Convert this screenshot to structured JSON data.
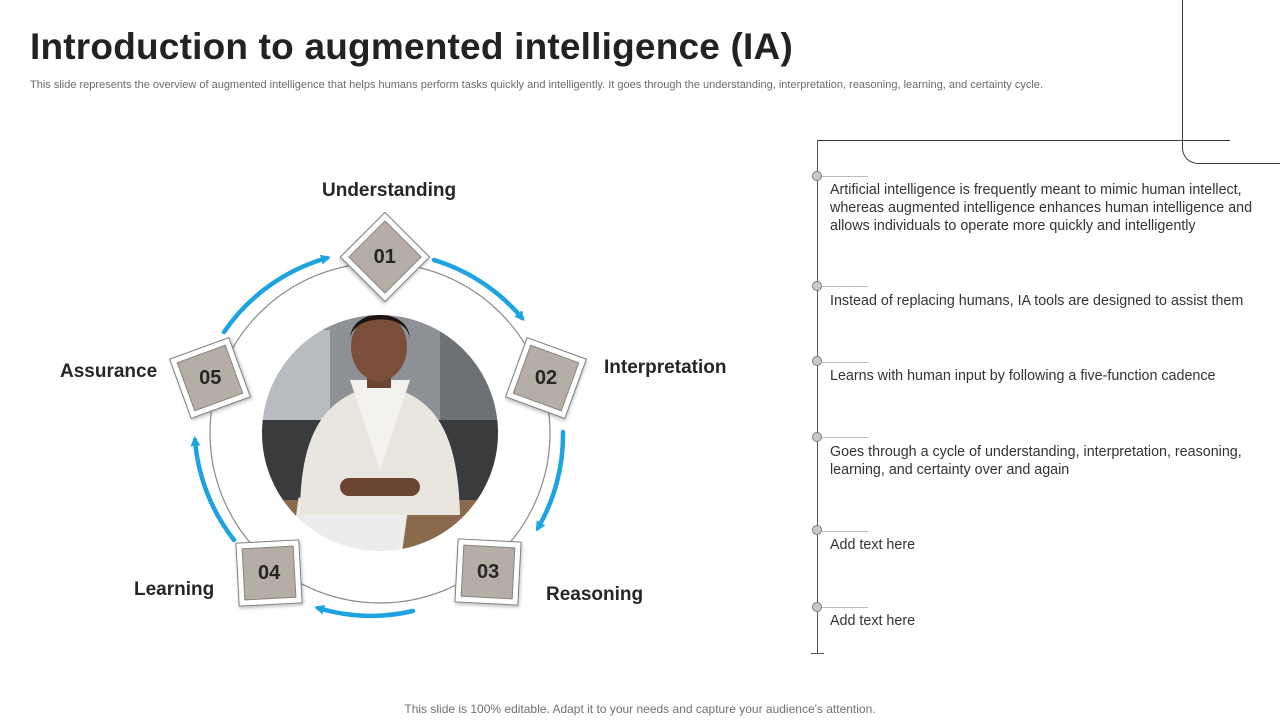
{
  "header": {
    "title": "Introduction to augmented intelligence (IA)",
    "subtitle": "This slide represents the overview of augmented intelligence that helps humans perform tasks quickly and intelligently. It goes through the understanding, interpretation, reasoning, learning, and certainty cycle."
  },
  "cycle": {
    "steps": [
      {
        "number": "01",
        "label": "Understanding"
      },
      {
        "number": "02",
        "label": "Interpretation"
      },
      {
        "number": "03",
        "label": "Reasoning"
      },
      {
        "number": "04",
        "label": "Learning"
      },
      {
        "number": "05",
        "label": "Assurance"
      }
    ],
    "arrow_color": "#1ca3e0",
    "box_fill": "#b5aea6"
  },
  "timeline": {
    "items": [
      {
        "text": "Artificial intelligence is frequently meant to mimic human intellect, whereas augmented intelligence enhances human intelligence and allows individuals to operate more quickly and intelligently"
      },
      {
        "text": "Instead of replacing humans, IA tools are designed to assist them"
      },
      {
        "text": "Learns with human input by following a five-function cadence"
      },
      {
        "text": "Goes through a cycle of understanding, interpretation, reasoning, learning, and certainty over and again"
      },
      {
        "text": "Add text here"
      },
      {
        "text": "Add text here"
      }
    ]
  },
  "footer": {
    "text": "This slide is 100% editable. Adapt it to your needs and capture your audience's attention."
  }
}
